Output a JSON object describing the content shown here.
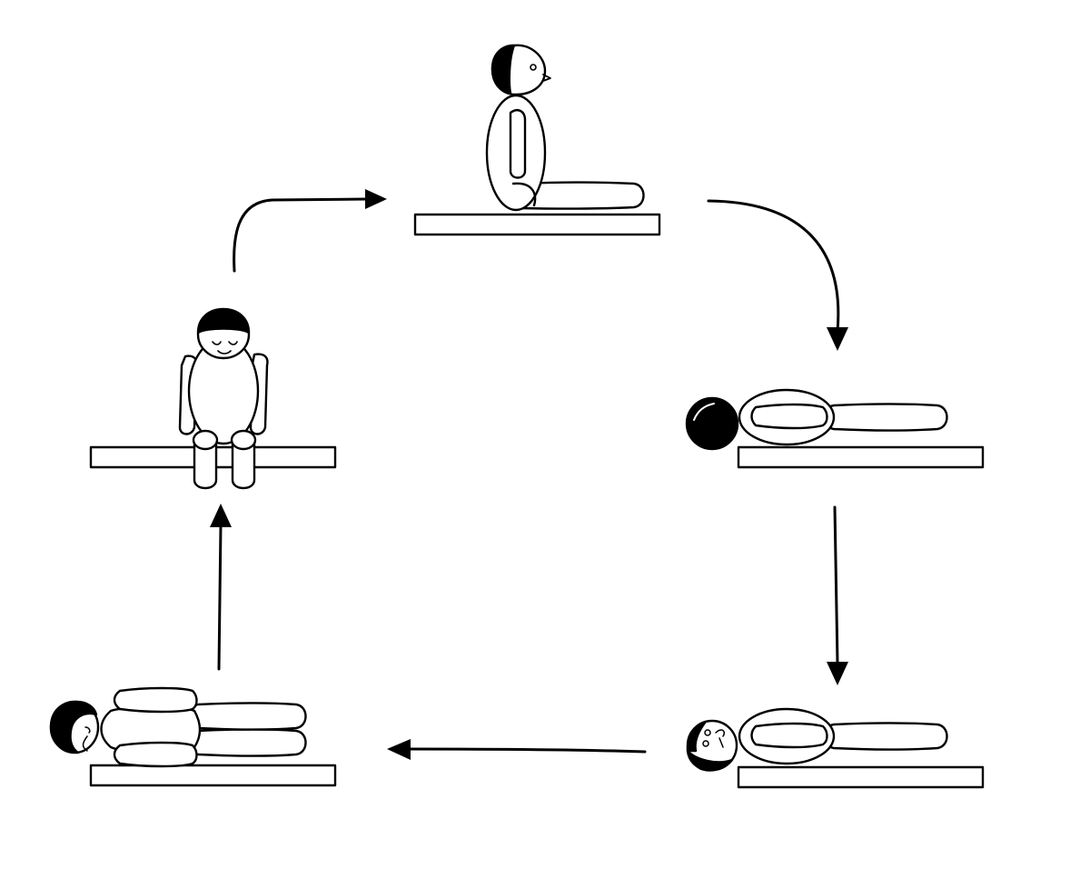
{
  "diagram": {
    "stroke_color": "#000000",
    "fill_color": "#ffffff",
    "steps": [
      {
        "order": 1,
        "pose": "long-sitting",
        "figure_icon": "person-sitting-legs-extended-icon"
      },
      {
        "order": 2,
        "pose": "supine",
        "figure_icon": "person-lying-on-back-icon"
      },
      {
        "order": 3,
        "pose": "supine-head-turned",
        "figure_icon": "person-lying-on-back-face-visible-icon"
      },
      {
        "order": 4,
        "pose": "side-lying",
        "figure_icon": "person-lying-on-side-icon"
      },
      {
        "order": 5,
        "pose": "sitting-on-edge",
        "figure_icon": "person-sitting-on-edge-icon"
      }
    ],
    "arrows": [
      {
        "from": 1,
        "to": 2,
        "icon": "curved-arrow-down-icon"
      },
      {
        "from": 2,
        "to": 3,
        "icon": "arrow-down-icon"
      },
      {
        "from": 3,
        "to": 4,
        "icon": "arrow-left-icon"
      },
      {
        "from": 4,
        "to": 5,
        "icon": "arrow-up-icon"
      },
      {
        "from": 5,
        "to": 1,
        "icon": "curved-arrow-right-icon"
      }
    ]
  }
}
